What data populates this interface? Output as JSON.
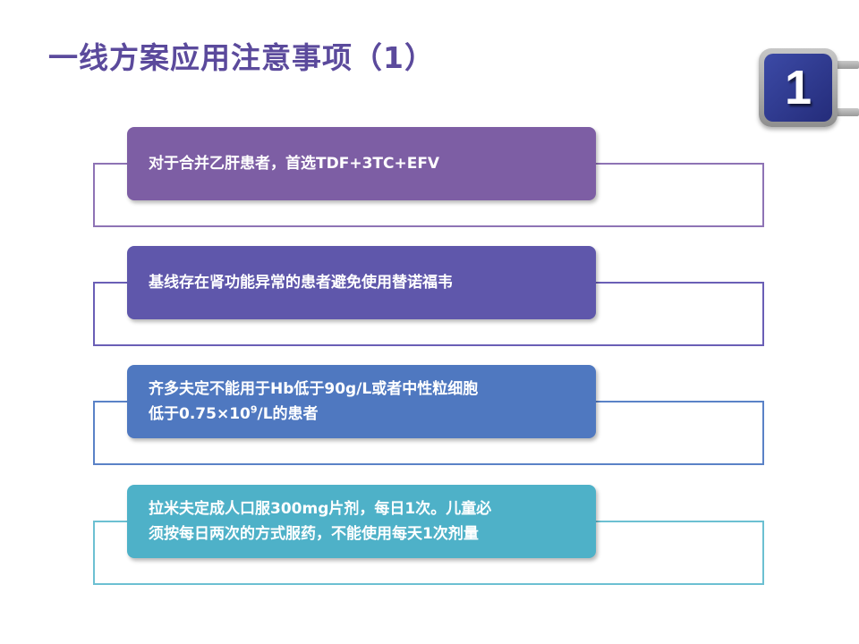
{
  "slide": {
    "title": "一线方案应用注意事项（1）",
    "badge_number": "1",
    "items": [
      {
        "lines": [
          "对于合并乙肝患者，首选TDF+3TC+EFV"
        ],
        "color": "#7d5ea4",
        "frame_color": "#8e73b5"
      },
      {
        "lines": [
          "基线存在肾功能异常的患者避免使用替诺福韦"
        ],
        "color": "#5f57ab",
        "frame_color": "#6a5fb6"
      },
      {
        "lines": [
          "齐多夫定不能用于Hb低于90g/L或者中性粒细胞"
        ],
        "line2_before": "低于0.75×10",
        "line2_sup": "9",
        "line2_after": "/L的患者",
        "color": "#4f78c0",
        "frame_color": "#5a82c7"
      },
      {
        "lines": [
          "拉米夫定成人口服300mg片剂，每日1次。儿童必",
          "须按每日两次的方式服药，不能使用每天1次剂量"
        ],
        "color": "#4eb1c8",
        "frame_color": "#6cc0d2"
      }
    ]
  }
}
